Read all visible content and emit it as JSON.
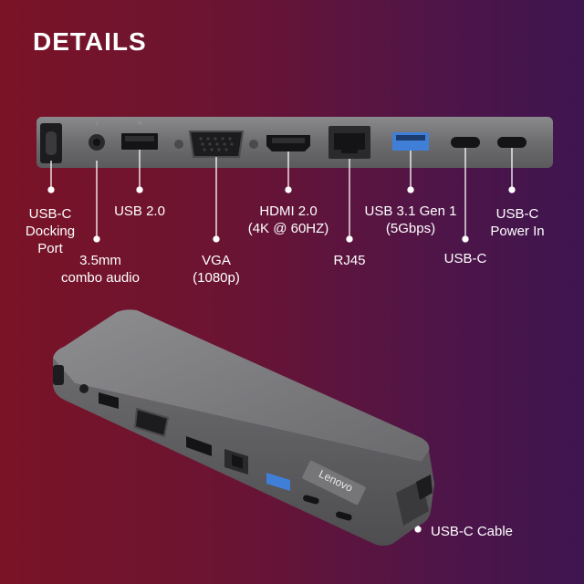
{
  "header": {
    "title": "DETAILS"
  },
  "brand": {
    "logo_text": "Lenovo"
  },
  "ports": {
    "usbc_docking": [
      "USB-C",
      "Docking",
      "Port"
    ],
    "audio": [
      "3.5mm",
      "combo audio"
    ],
    "usb2": [
      "USB 2.0"
    ],
    "vga": [
      "VGA",
      "(1080p)"
    ],
    "hdmi": [
      "HDMI 2.0",
      "(4K @ 60HZ)"
    ],
    "rj45": [
      "RJ45"
    ],
    "usb31": [
      "USB 3.1 Gen 1",
      "(5Gbps)"
    ],
    "usbc": [
      "USB-C"
    ],
    "usbc_power": [
      "USB-C",
      "Power In"
    ],
    "cable": [
      "USB-C Cable"
    ]
  },
  "colors": {
    "bg_left": "#7a1326",
    "bg_right": "#3e1550",
    "device": "#6b6b6e",
    "usb3_port": "#3f7fd8",
    "text": "#ffffff"
  }
}
